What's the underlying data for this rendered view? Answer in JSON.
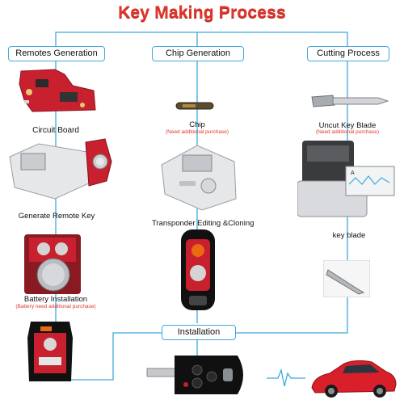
{
  "title": "Key Making Process",
  "columns": {
    "remotes": "Remotes Generation",
    "chip": "Chip Generation",
    "cutting": "Cutting Process"
  },
  "steps": {
    "circuit_board": "Circuit Board",
    "generate_remote_key": "Generate Remote Key",
    "battery_installation": "Battery Installation",
    "battery_note": "(Battery need additional purchase)",
    "chip": "Chip",
    "chip_note": "(Need additional purchase)",
    "transponder": "Transponder Editing &Cloning",
    "uncut_blade": "Uncut Key  Blade",
    "uncut_note": "(Need additional purchase)",
    "key_blade": "key blade",
    "installation": "Installation"
  },
  "colors": {
    "title": "#e0352b",
    "line": "#3fa9dc",
    "note": "#e0352b",
    "pcb": "#c8202e",
    "car": "#d9202a"
  }
}
